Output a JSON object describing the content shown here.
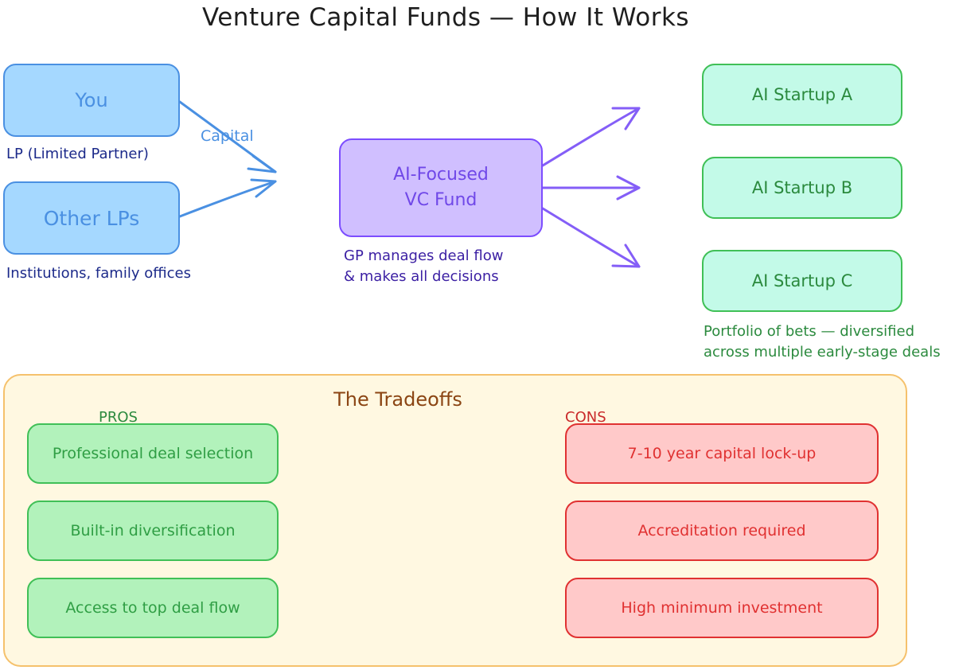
{
  "title": "Venture Capital Funds — How It Works",
  "investors": {
    "you": "You",
    "you_note": "LP (Limited Partner)",
    "other": "Other LPs",
    "other_note": "Institutions, family offices",
    "flow_label": "Capital"
  },
  "fund": {
    "line1": "AI-Focused",
    "line2": "VC Fund",
    "note_line1": "GP manages deal flow",
    "note_line2": "& makes all decisions"
  },
  "startups": {
    "a": "AI Startup A",
    "b": "AI Startup B",
    "c": "AI Startup C",
    "note_line1": "Portfolio of bets — diversified",
    "note_line2": "across multiple early-stage deals"
  },
  "tradeoffs": {
    "title": "The Tradeoffs",
    "pros_label": "PROS",
    "cons_label": "CONS",
    "pros": [
      "Professional deal selection",
      "Built-in diversification",
      "Access to top deal flow"
    ],
    "cons": [
      "7-10 year capital lock-up",
      "Accreditation required",
      "High minimum investment"
    ]
  },
  "colors": {
    "investor": "#4a90e2",
    "fund": "#7c4dff",
    "startup": "#40c057",
    "pro": "#2f9e44",
    "con": "#e03131",
    "tradeoffs_border": "#f5c16c",
    "tradeoffs_title": "#8b4513"
  }
}
